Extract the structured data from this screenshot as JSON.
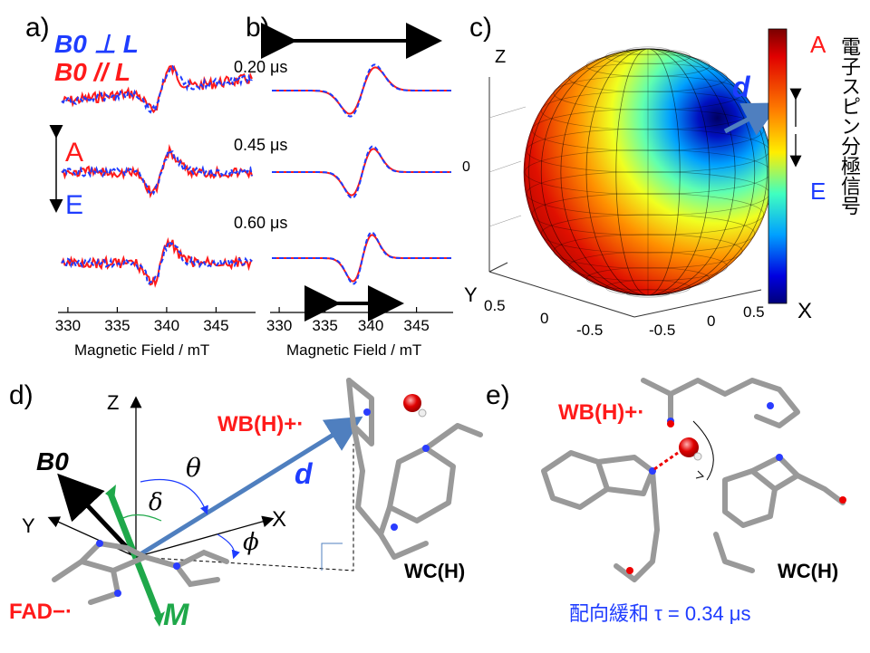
{
  "panels": {
    "a": {
      "label": "a)",
      "legend_perp": "B0 ⊥ L",
      "legend_par": "B0 // L",
      "sign_A": "A",
      "sign_E": "E"
    },
    "b": {
      "label": "b)",
      "times": [
        "0.20 μs",
        "0.45 μs",
        "0.60 μs"
      ]
    },
    "c": {
      "label": "c)",
      "axis_z": "Z",
      "axis_y": "Y",
      "axis_x": "X",
      "vec_label": "d",
      "colorbar_title": "電子スピン分極信号",
      "colorbar_top": "A",
      "colorbar_bottom": "E",
      "z_tick": "0",
      "y_ticks": [
        "0.5",
        "0",
        "-0.5"
      ],
      "x_ticks": [
        "-0.5",
        "0",
        "0.5"
      ]
    },
    "d": {
      "label": "d)",
      "Z": "Z",
      "Y": "Y",
      "X": "X",
      "B0": "B0",
      "theta": "θ",
      "delta": "δ",
      "phi": "ϕ",
      "d": "d",
      "M": "M",
      "FAD": "FAD−·",
      "WB": "WB(H)+·",
      "WC": "WC(H)"
    },
    "e": {
      "label": "e)",
      "WB": "WB(H)+·",
      "WC": "WC(H)",
      "caption": "配向緩和 τ = 0.34 μs"
    }
  },
  "chart_data": [
    {
      "type": "line",
      "panel": "a",
      "xlabel": "Magnetic Field / mT",
      "x_ticks": [
        330,
        335,
        340,
        345
      ],
      "xlim": [
        329,
        349
      ],
      "series": [
        {
          "name": "B0 ⊥ L",
          "color": "#1e3cff",
          "style": "dashed"
        },
        {
          "name": "B0 // L",
          "color": "#ff1a1a",
          "style": "solid"
        }
      ]
    },
    {
      "type": "line",
      "panel": "b",
      "xlabel": "Magnetic Field / mT",
      "x_ticks": [
        330,
        335,
        340,
        345
      ],
      "xlim": [
        329,
        349
      ],
      "series": [
        {
          "color": "#1e3cff",
          "style": "dashed"
        },
        {
          "color": "#ff1a1a",
          "style": "solid"
        }
      ]
    }
  ],
  "colors": {
    "red": "#ff1a1a",
    "blue": "#1e3cff",
    "steel": "#4f7fbf",
    "green": "#1fa84a"
  }
}
